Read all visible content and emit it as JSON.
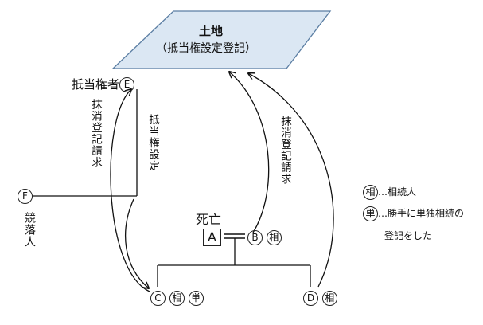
{
  "land": {
    "title": "土地",
    "subtitle": "（抵当権設定登記）",
    "fill": "#dbe7f3",
    "stroke": "#5b7ea3"
  },
  "persons": {
    "A": {
      "letter": "A",
      "status": "死亡"
    },
    "B": {
      "letter": "B",
      "mark": "相"
    },
    "C": {
      "letter": "C",
      "marks": [
        "相",
        "単"
      ]
    },
    "D": {
      "letter": "D",
      "mark": "相"
    },
    "E": {
      "prefix": "抵当権者",
      "letter": "E"
    },
    "F": {
      "letter": "F",
      "note": "競落人"
    }
  },
  "labels": {
    "cancel_left": "抹消登記請求",
    "mortgage_setup": "抵当権設定",
    "cancel_right": "抹消登記請求"
  },
  "legend": {
    "items": [
      {
        "mark": "相",
        "text": "…相続人"
      },
      {
        "mark": "単",
        "text": "…勝手に単独相続の"
      }
    ],
    "continuation": "登記をした"
  }
}
